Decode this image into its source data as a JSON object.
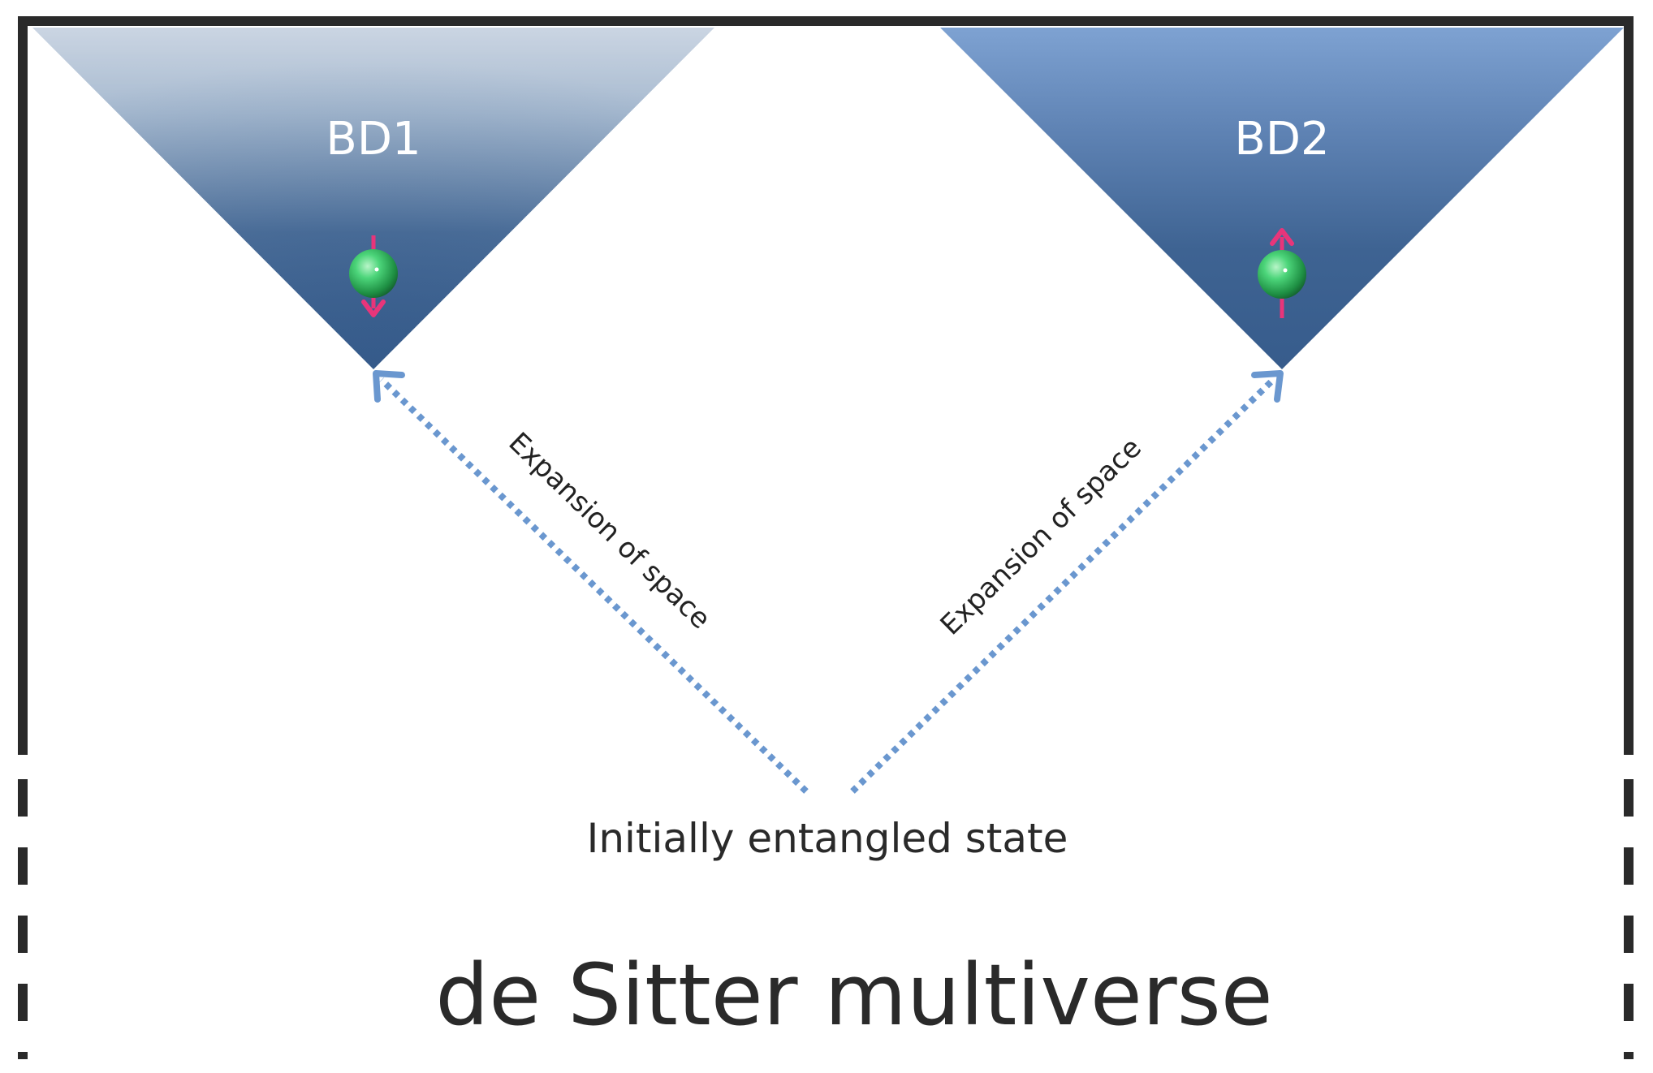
{
  "diagram": {
    "bubbles": [
      {
        "label": "BD1",
        "spin": "down"
      },
      {
        "label": "BD2",
        "spin": "up"
      }
    ],
    "expansion_labels": [
      "Expansion of space",
      "Expansion of space"
    ],
    "origin_label": "Initially entangled state",
    "caption": "de Sitter multiverse"
  },
  "colors": {
    "frame": "#2a2a2a",
    "bubble_dark": "#3a6090",
    "bubble_light_left": "#b8c6d8",
    "bubble_light_right": "#7b9fcf",
    "arrow": "#6a97cf",
    "spin_arrow": "#e8357a",
    "particle": "#2fb35a",
    "bubble_text": "#ffffff",
    "text": "#2a2a2a"
  },
  "icons": {
    "particle": "green-sphere-particle-icon",
    "spin": "spin-arrow-icon"
  }
}
